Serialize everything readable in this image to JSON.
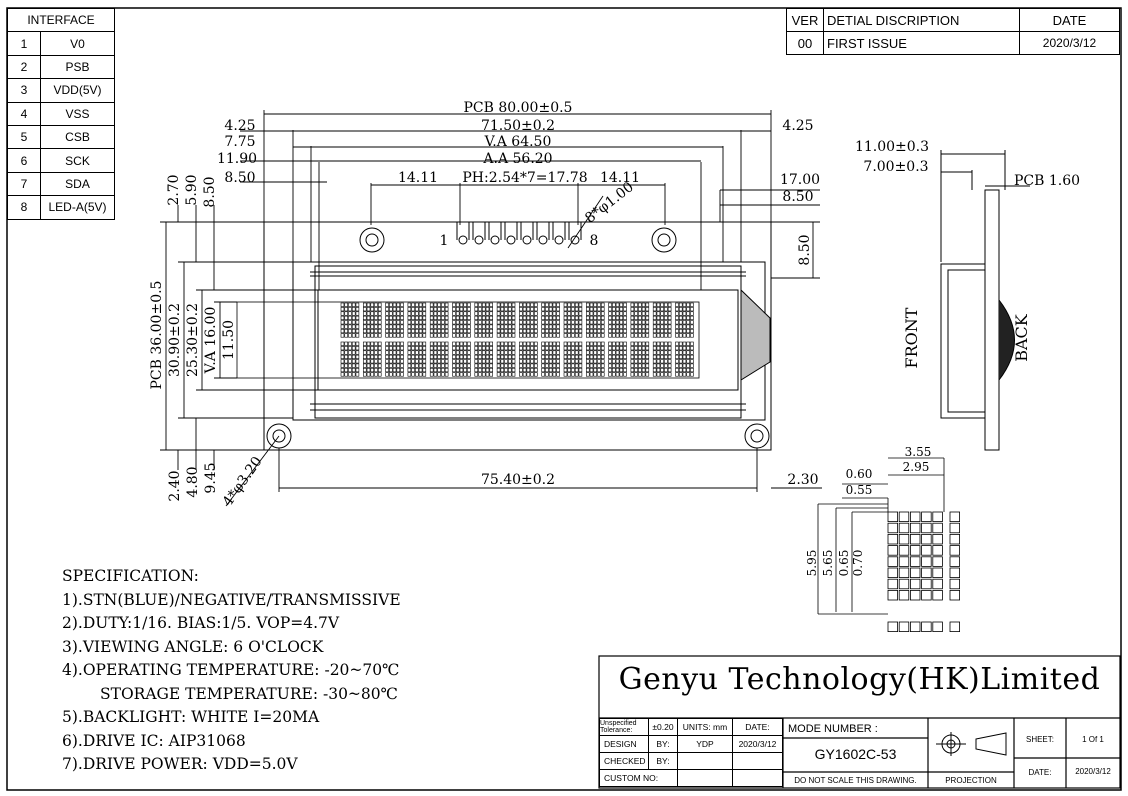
{
  "interface": {
    "title": "INTERFACE",
    "pins": [
      {
        "no": "1",
        "name": "V0"
      },
      {
        "no": "2",
        "name": "PSB"
      },
      {
        "no": "3",
        "name": "VDD(5V)"
      },
      {
        "no": "4",
        "name": "VSS"
      },
      {
        "no": "5",
        "name": "CSB"
      },
      {
        "no": "6",
        "name": "SCK"
      },
      {
        "no": "7",
        "name": "SDA"
      },
      {
        "no": "8",
        "name": "LED-A(5V)"
      }
    ]
  },
  "revision": {
    "headers": {
      "ver": "VER",
      "desc": "DETIAL DISCRIPTION",
      "date": "DATE"
    },
    "rows": [
      {
        "ver": "00",
        "desc": "FIRST ISSUE",
        "date": "2020/3/12"
      }
    ]
  },
  "dims": {
    "pcb_w": "PCB 80.00±0.5",
    "pcb_edge_l": "4.25",
    "pcb_edge_r": "4.25",
    "outline_w": "71.50±0.2",
    "va_w": "V.A 64.50",
    "aa_w": "A.A 56.20",
    "d775": "7.75",
    "d1190": "11.90",
    "d850": "8.50",
    "d1411_l": "14.11",
    "ph": "PH:2.54*7=17.78",
    "d1411_r": "14.11",
    "d1700": "17.00",
    "d850_r": "8.50",
    "pin_holes": "8*φ1.00",
    "pin_first": "1",
    "pin_last": "8",
    "d850_v": "8.50",
    "d270": "2.70",
    "d590": "5.90",
    "d850_top": "8.50",
    "pcb_h": "PCB 36.00±0.5",
    "outline_h": "30.90±0.2",
    "va_h": "25.30±0.2",
    "va_h2": "V.A 16.00",
    "aa_h": "11.50",
    "d240": "2.40",
    "d480": "4.80",
    "d945": "9.45",
    "mount_holes": "4*φ3.20",
    "hole_pitch": "75.40±0.2",
    "d230": "2.30",
    "side_1100": "11.00±0.3",
    "side_700": "7.00±0.3",
    "side_pcb": "PCB 1.60",
    "front": "FRONT",
    "back": "BACK",
    "dot_355": "3.55",
    "dot_295": "2.95",
    "dot_060": "0.60",
    "dot_055": "0.55",
    "dot_595": "5.95",
    "dot_565": "5.65",
    "dot_065": "0.65",
    "dot_070": "0.70"
  },
  "spec": {
    "title": "SPECIFICATION:",
    "lines": [
      "1).STN(BLUE)/NEGATIVE/TRANSMISSIVE",
      "2).DUTY:1/16. BIAS:1/5. VOP=4.7V",
      "3).VIEWING ANGLE: 6 O'CLOCK",
      "4).OPERATING TEMPERATURE: -20~70℃",
      "STORAGE TEMPERATURE: -30~80℃",
      "5).BACKLIGHT: WHITE  I=20MA",
      "6).DRIVE IC: AIP31068",
      "7).DRIVE POWER: VDD=5.0V"
    ]
  },
  "title_block": {
    "company": "Genyu Technology(HK)Limited",
    "unspec_tol": "Unspecified Tolerance:",
    "tol": "±0.20",
    "units": "UNITS: mm",
    "date_lbl": "DATE:",
    "design": "DESIGN",
    "by": "BY:",
    "designer": "YDP",
    "design_date": "2020/3/12",
    "checked": "CHECKED",
    "checked_by": "BY:",
    "custom": "CUSTOM NO:",
    "mode_lbl": "MODE NUMBER :",
    "mode": "GY1602C-53",
    "no_scale": "DO NOT SCALE THIS DRAWING.",
    "projection": "PROJECTION",
    "sheet_lbl": "SHEET:",
    "sheet": "1 Of 1",
    "date2_lbl": "DATE:",
    "date2": "2020/3/12"
  }
}
